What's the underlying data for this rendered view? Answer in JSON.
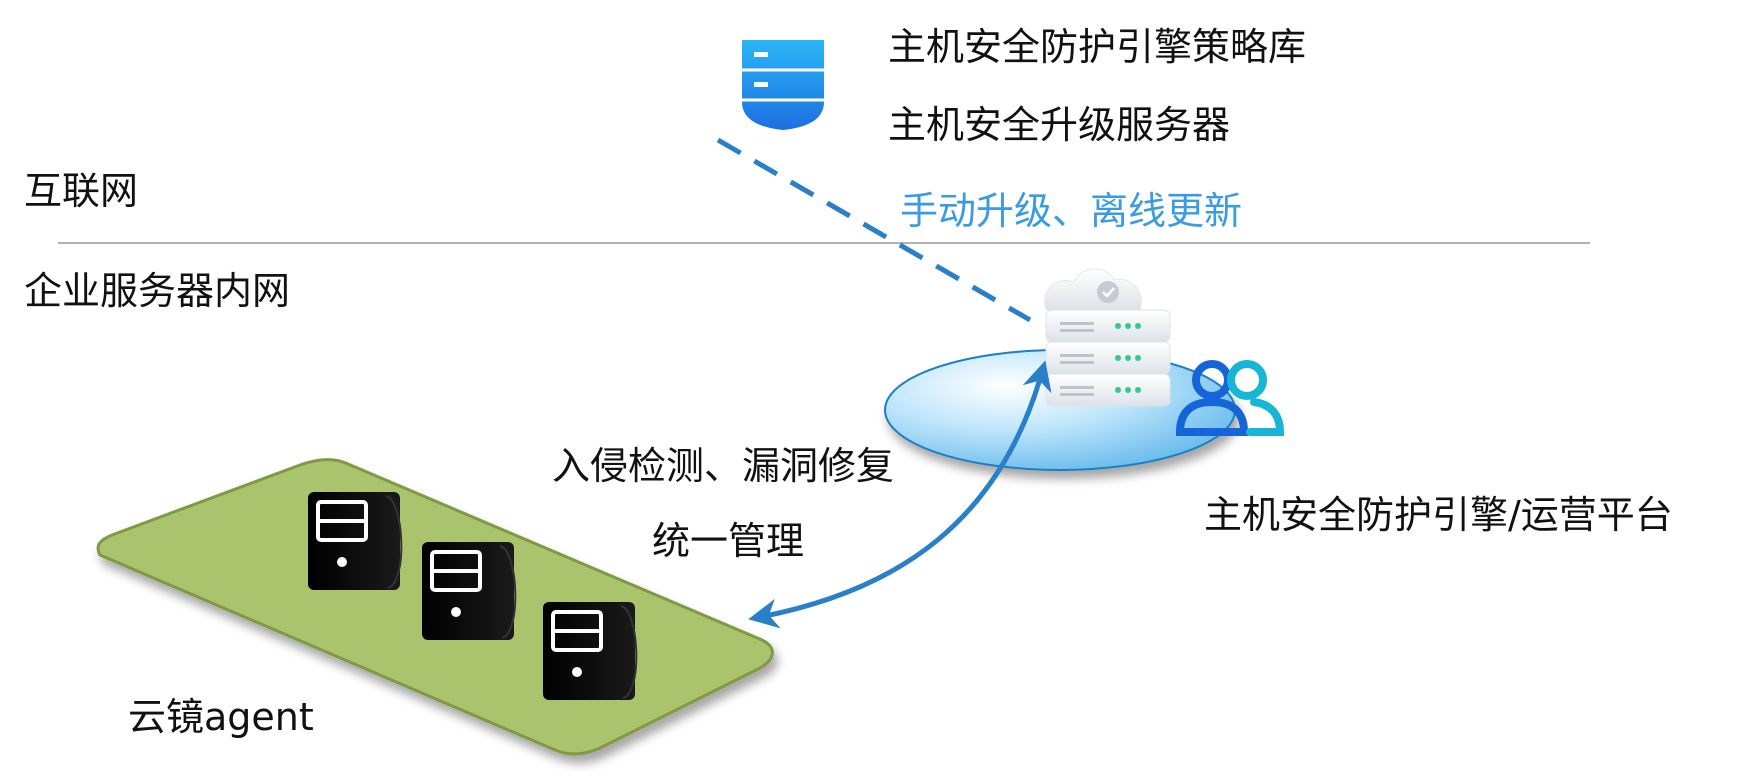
{
  "zones": {
    "internet_label": "互联网",
    "intranet_label": "企业服务器内网"
  },
  "upgrade_server": {
    "icon": "shield-server-icon",
    "line1": "主机安全防护引擎策略库",
    "line2": "主机安全升级服务器"
  },
  "update_link": {
    "label": "手动升级、离线更新",
    "color": "#3a9be0"
  },
  "platform": {
    "icon": "cloud-server-icon",
    "users_icon": "users-icon",
    "label": "主机安全防护引擎/运营平台"
  },
  "management_link": {
    "line1": "入侵检测、漏洞修复",
    "line2": "统一管理",
    "color": "#2a7fc9"
  },
  "agent_zone": {
    "label": "云镜agent",
    "server_icon": "tower-server-icon",
    "server_count": 3,
    "color": "#a9c46c"
  }
}
